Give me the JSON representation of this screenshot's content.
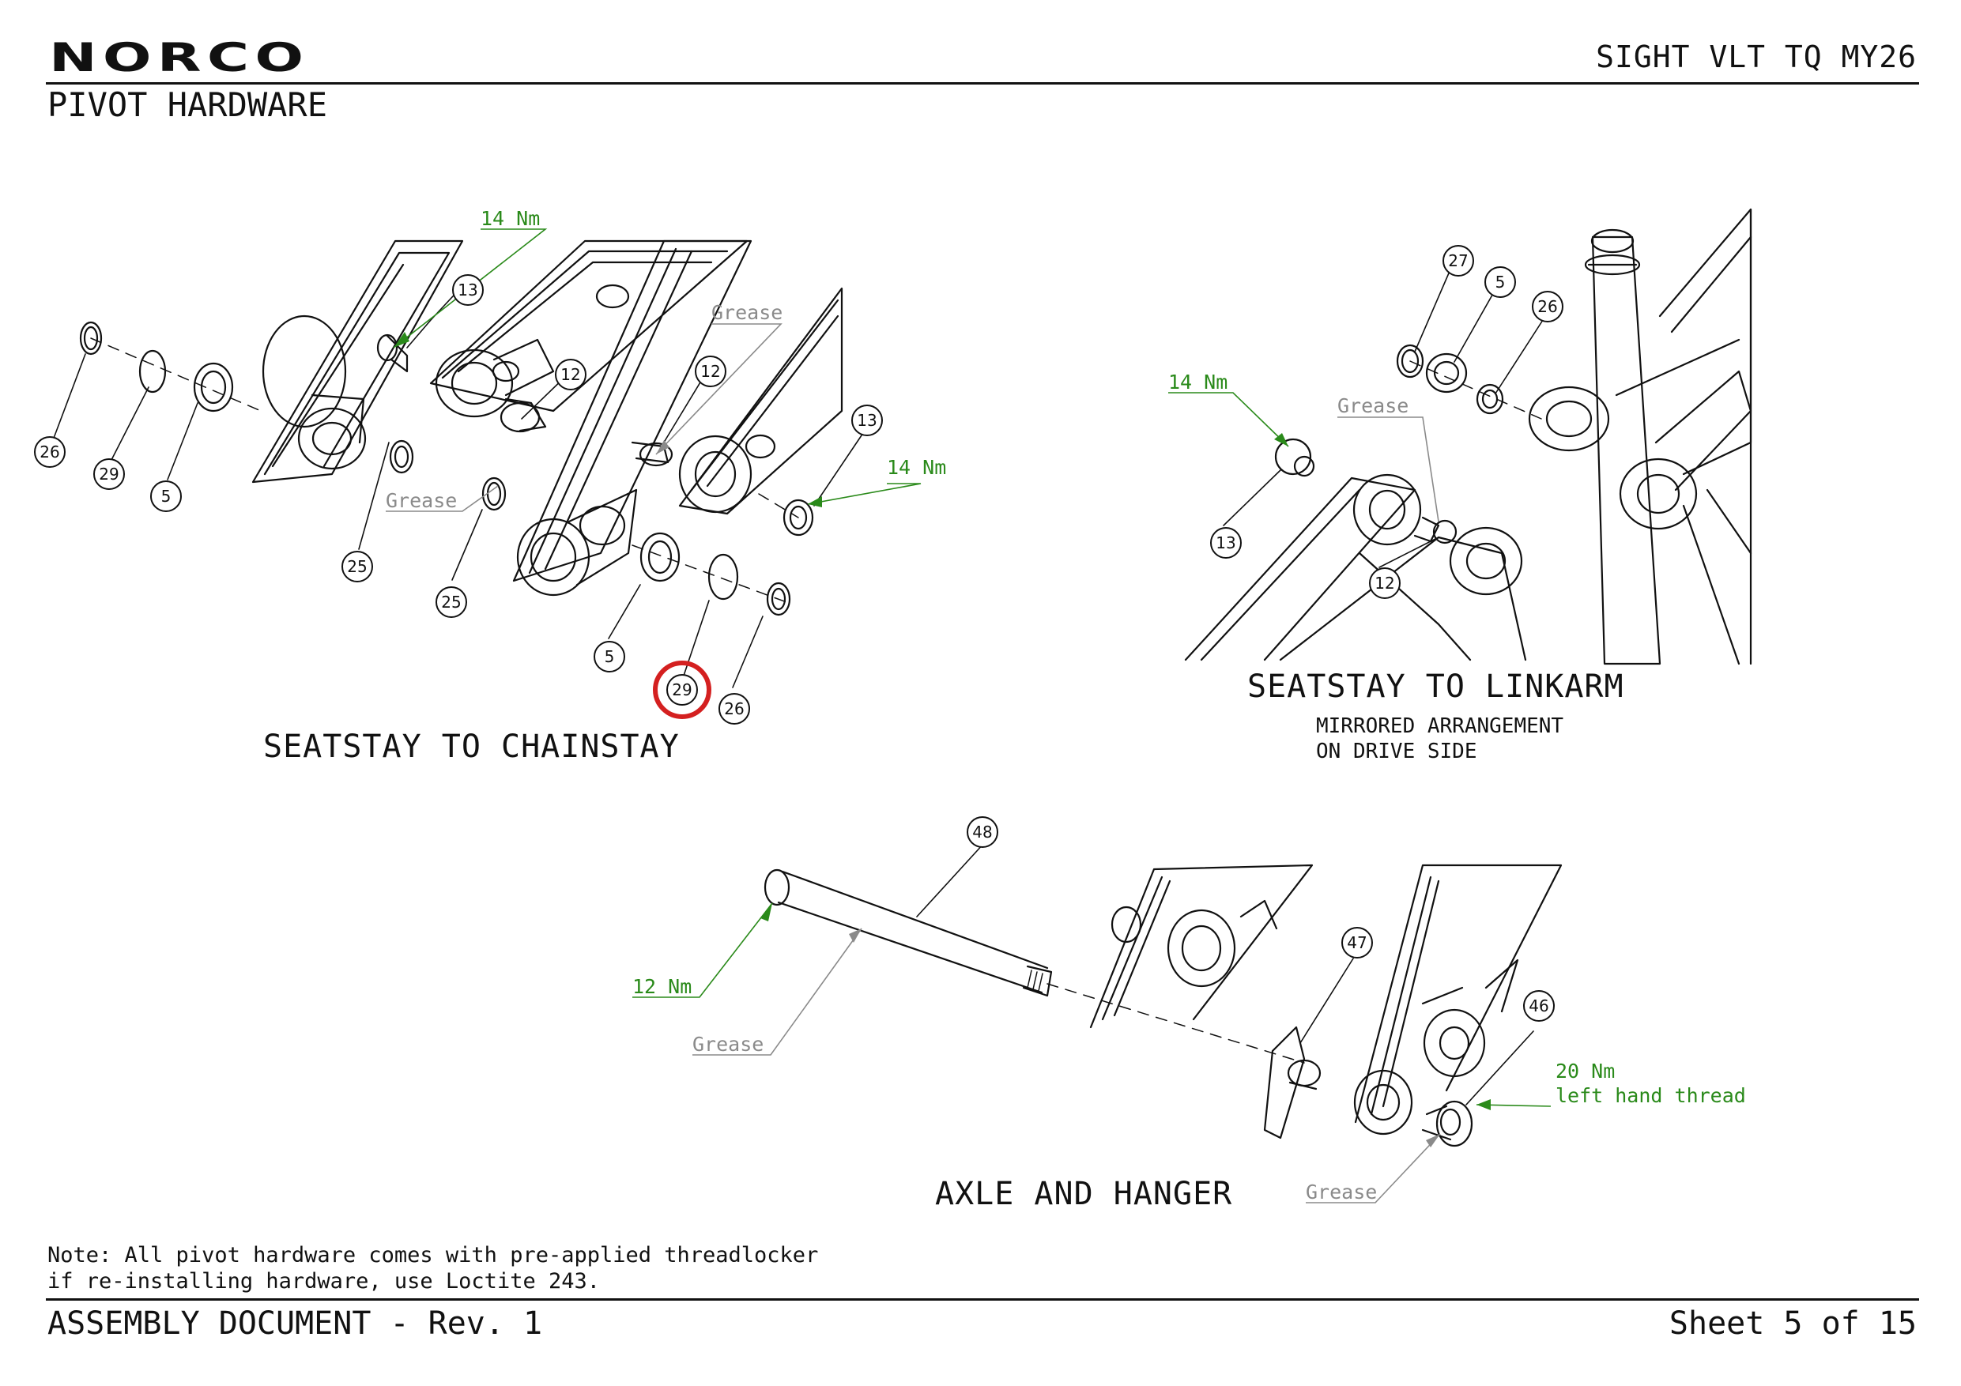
{
  "header": {
    "brand": "NORCO",
    "model": "SIGHT VLT TQ MY26",
    "title": "PIVOT HARDWARE"
  },
  "sections": {
    "seatstay_chainstay": "SEATSTAY TO CHAINSTAY",
    "seatstay_linkarm": "SEATSTAY TO LINKARM",
    "linkarm_note_1": "MIRRORED ARRANGEMENT",
    "linkarm_note_2": "ON DRIVE SIDE",
    "axle_hanger": "AXLE AND HANGER"
  },
  "callouts": {
    "torque_14": "14 Nm",
    "torque_12": "12 Nm",
    "torque_20": "20 Nm",
    "left_hand_thread": "left hand thread",
    "grease": "Grease"
  },
  "part_numbers": {
    "p5": "5",
    "p12": "12",
    "p13": "13",
    "p25": "25",
    "p26": "26",
    "p27": "27",
    "p29": "29",
    "p46": "46",
    "p47": "47",
    "p48": "48"
  },
  "note": {
    "line1": "Note: All pivot hardware comes with pre-applied threadlocker",
    "line2": "if re-installing hardware, use Loctite 243."
  },
  "footer": {
    "document": "ASSEMBLY DOCUMENT - Rev. 1",
    "sheet": "Sheet 5 of 15"
  },
  "colors": {
    "torque": "#2a8a1a",
    "grease": "#8a8a8a",
    "highlight": "#d42020",
    "line": "#111111"
  }
}
